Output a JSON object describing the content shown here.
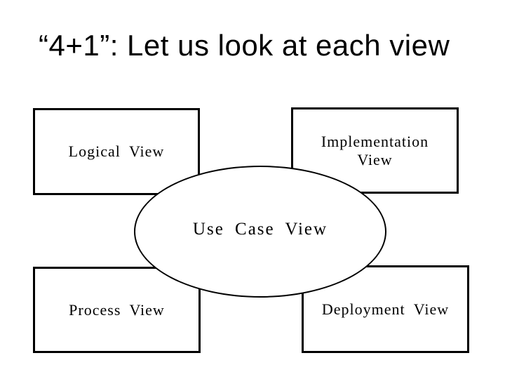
{
  "slide": {
    "title": "“4+1”: Let us look at each view"
  },
  "diagram": {
    "boxes": [
      {
        "id": "logical",
        "label": "Logical View"
      },
      {
        "id": "implementation",
        "label": "Implementation View"
      },
      {
        "id": "process",
        "label": "Process View"
      },
      {
        "id": "deployment",
        "label": "Deployment View"
      }
    ],
    "ellipse": {
      "label": "Use Case View"
    },
    "colors": {
      "background": "#ffffff",
      "line": "#000000",
      "text": "#000000"
    }
  }
}
